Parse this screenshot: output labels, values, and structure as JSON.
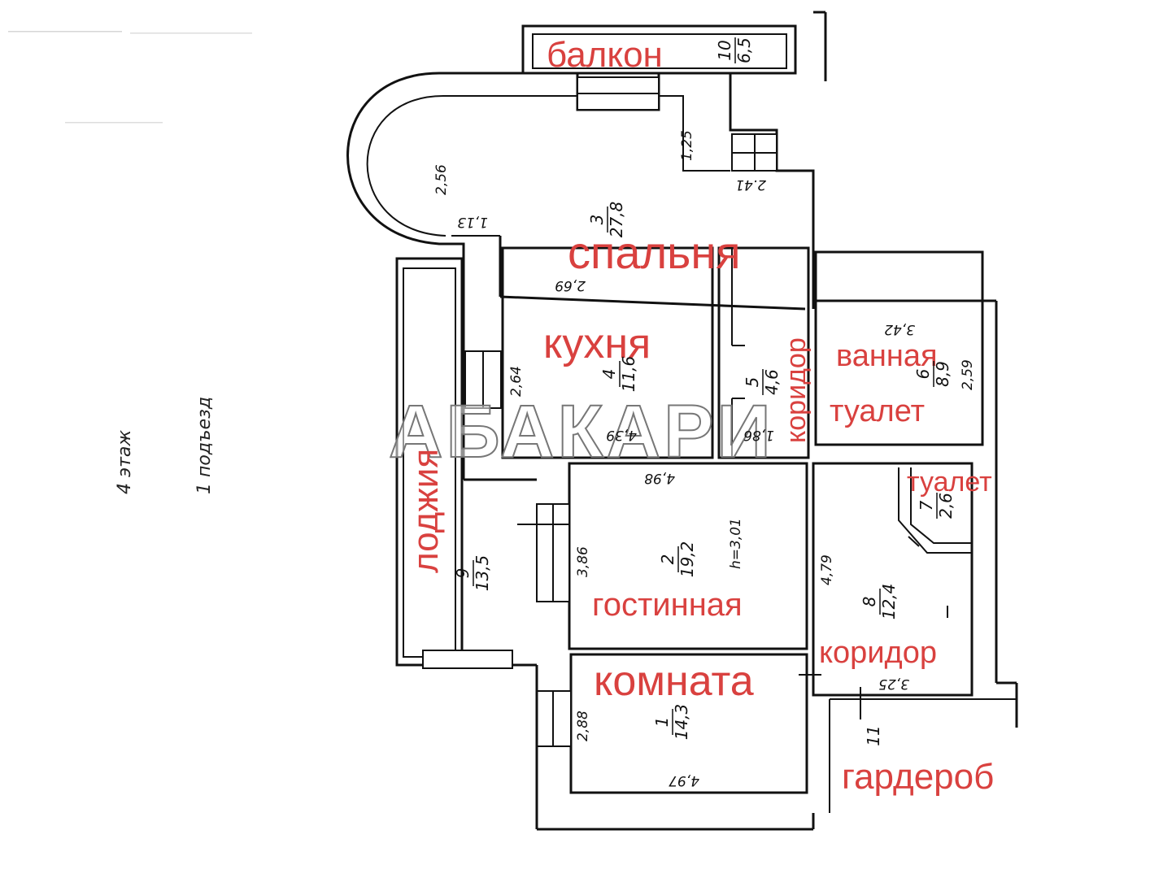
{
  "floor_note": "4 этаж",
  "entrance_note": "1 подъезд",
  "watermark": "АБАКАРИ",
  "room_labels": {
    "balcony": "балкон",
    "bedroom": "спальня",
    "kitchen": "кухня",
    "corridor_small": "коридор",
    "bathroom": "ванная",
    "bathroom_toilet": "туалет",
    "toilet": "туалет",
    "loggia": "лоджия",
    "living_room": "гостинная",
    "corridor": "коридор",
    "room": "комната",
    "wardrobe": "гардероб"
  },
  "rooms": [
    {
      "key": "room1",
      "number": "1",
      "area": "14,3"
    },
    {
      "key": "room2",
      "number": "2",
      "area": "19,2"
    },
    {
      "key": "room3",
      "number": "3",
      "area": "27,8"
    },
    {
      "key": "room4",
      "number": "4",
      "area": "11,6"
    },
    {
      "key": "room5",
      "number": "5",
      "area": "4,6"
    },
    {
      "key": "room6",
      "number": "6",
      "area": "8,9"
    },
    {
      "key": "room7",
      "number": "7",
      "area": "2,6"
    },
    {
      "key": "room8",
      "number": "8",
      "area": "12,4"
    },
    {
      "key": "room9",
      "number": "9",
      "area": "13,5"
    },
    {
      "key": "room10",
      "number": "10",
      "area": "6,5"
    },
    {
      "key": "room11",
      "number": "11",
      "area": ""
    }
  ],
  "dimensions": {
    "d_2_56": "2,56",
    "d_1_13": "1,13",
    "d_1_25": "1,25",
    "d_2_41": "2.41",
    "d_2_69": "2,69",
    "d_2_64": "2,64",
    "d_4_39": "4,39",
    "d_1_86": "1,86",
    "d_3_42": "3,42",
    "d_2_59": "2,59",
    "d_4_98": "4,98",
    "d_3_86": "3,86",
    "d_h": "h=3,01",
    "d_4_79": "4,79",
    "d_3_25": "3,25",
    "d_2_88": "2,88",
    "d_4_97": "4,97"
  }
}
